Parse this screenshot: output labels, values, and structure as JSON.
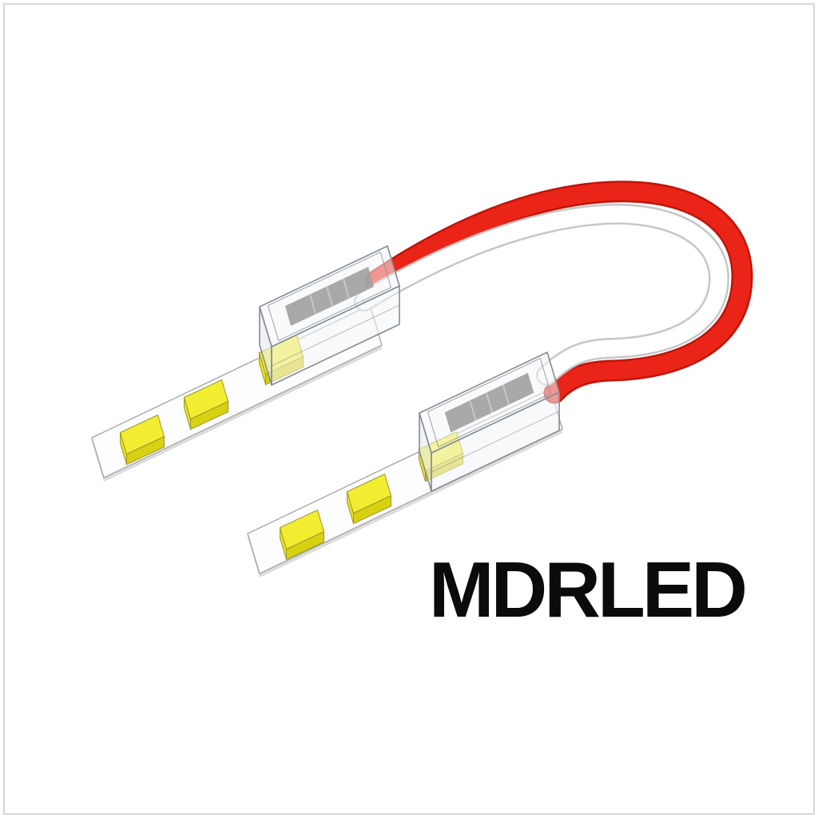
{
  "brand": {
    "logo_text": "MDRLED"
  },
  "colors": {
    "background": "#ffffff",
    "frame": "#cbcbcb",
    "wire_red": "#ea2417",
    "wire_red_under": "#c0140a",
    "wire_white": "#ffffff",
    "wire_white_edge": "#c6c6c6",
    "strip_fill": "#fdfdfd",
    "strip_edge": "#a8a8a8",
    "strip_side": "#dcdcdc",
    "led_top": "#f2ed31",
    "led_front": "#d7d112",
    "led_side": "#e8e326",
    "led_edge": "#9b972c",
    "connector_fill": "#f4f6f8",
    "connector_mouth": "#e8ebee",
    "connector_edge": "#858c93",
    "contact_dark": "#383838",
    "contact_hatch": "#909090",
    "logo_color": "#0b0b0b"
  },
  "scene": {
    "objects": [
      {
        "name": "led-strip-left",
        "type": "white LED strip segment",
        "visible_led_chips": 3
      },
      {
        "name": "connector-left",
        "type": "clear snap-on strip connector"
      },
      {
        "name": "jumper-wire",
        "type": "U-shaped 2-conductor jumper",
        "conductors": [
          "red",
          "white"
        ]
      },
      {
        "name": "connector-right",
        "type": "clear snap-on strip connector"
      },
      {
        "name": "led-strip-right",
        "type": "white LED strip segment",
        "visible_led_chips": 3
      }
    ]
  }
}
